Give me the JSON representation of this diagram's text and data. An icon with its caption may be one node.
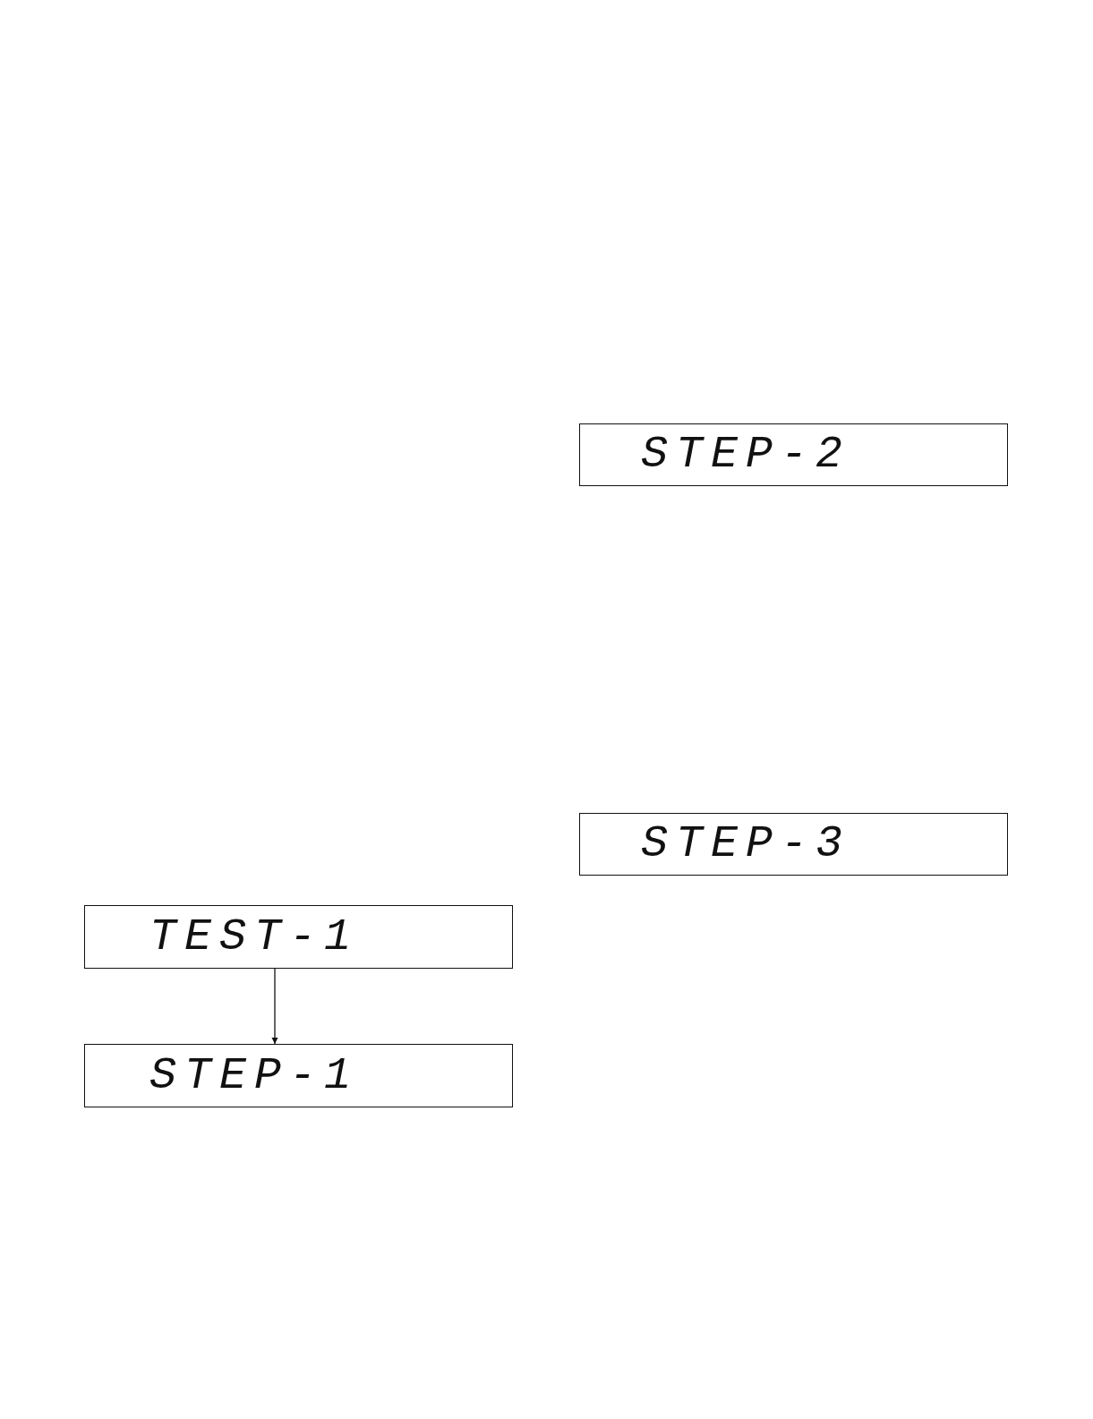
{
  "diagram": {
    "nodes": [
      {
        "text": [
          "TEST-1"
        ]
      },
      {
        "text": [
          "STEP-1"
        ]
      },
      {
        "text": [
          "STEP-2"
        ]
      },
      {
        "text": [
          "STEP-3"
        ]
      }
    ],
    "edges": [
      {
        "from": 0,
        "to": 1,
        "arrow": "to"
      }
    ]
  }
}
